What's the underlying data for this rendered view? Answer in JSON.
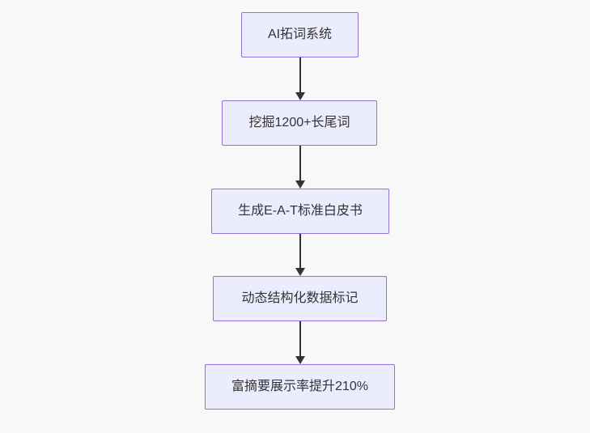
{
  "diagram": {
    "type": "flowchart",
    "direction": "top-down",
    "nodes": [
      {
        "id": "step-1",
        "label": "AI拓词系统"
      },
      {
        "id": "step-2",
        "label": "挖掘1200+长尾词"
      },
      {
        "id": "step-3",
        "label": "生成E-A-T标准白皮书"
      },
      {
        "id": "step-4",
        "label": "动态结构化数据标记"
      },
      {
        "id": "step-5",
        "label": "富摘要展示率提升210%"
      }
    ],
    "edges": [
      {
        "from": "step-1",
        "to": "step-2",
        "style": "arrow-down"
      },
      {
        "from": "step-2",
        "to": "step-3",
        "style": "arrow-down"
      },
      {
        "from": "step-3",
        "to": "step-4",
        "style": "arrow-down"
      },
      {
        "from": "step-4",
        "to": "step-5",
        "style": "arrow-down"
      }
    ],
    "colors": {
      "node_fill": "#ECECFF",
      "node_border": "#9370DB",
      "node_text": "#333333",
      "arrow": "#333333",
      "background": "#f8f8f8"
    }
  }
}
